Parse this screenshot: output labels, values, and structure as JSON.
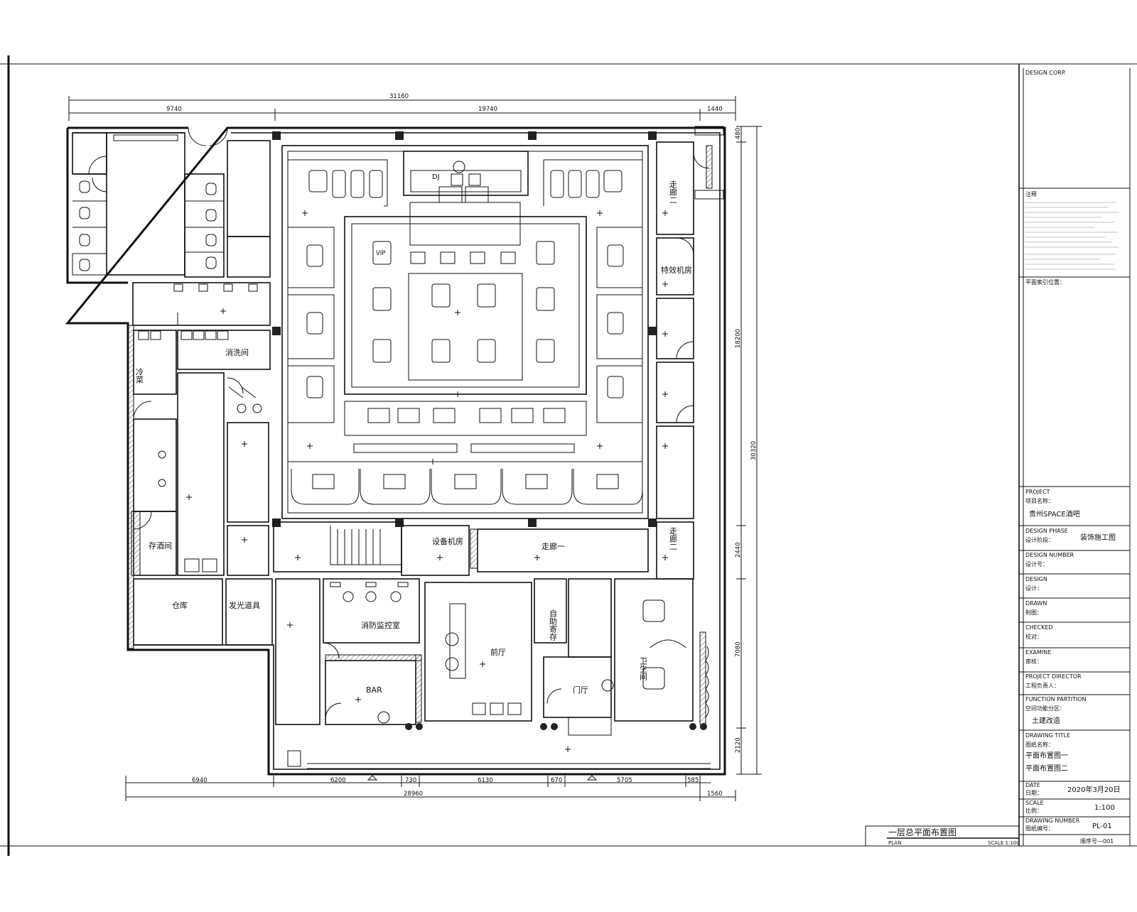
{
  "plan": {
    "title": "一层总平面布置图",
    "subtitle": "PLAN",
    "scale_note": "SCALE 1:100"
  },
  "title_block": {
    "design_corp_label": "DESIGN CORP.",
    "notes_label": "注释",
    "key_plan_label": "平面索引位置：",
    "project_label_en": "PROJECT",
    "project_label_cn": "项目名称：",
    "project_value": "贵州SPACE酒吧",
    "phase_label_en": "DESIGN PHASE",
    "phase_label_cn": "设计阶段：",
    "phase_value": "装饰施工图",
    "number_label_en": "DESIGN NUMBER",
    "number_label_cn": "设计号：",
    "design_label_en": "DESIGN",
    "design_label_cn": "设计：",
    "drawn_label_en": "DRAWN",
    "drawn_label_cn": "制图：",
    "checked_label_en": "CHECKED",
    "checked_label_cn": "校对：",
    "examine_label_en": "EXAMINE",
    "examine_label_cn": "审核：",
    "director_label_en": "PROJECT DIRECTOR",
    "director_label_cn": "工程负责人：",
    "function_label_en": "FUNCTION PARTITION",
    "function_label_cn": "空间功能分区：",
    "function_value": "土建改造",
    "drawing_title_label_en": "DRAWING TITLE",
    "drawing_title_label_cn": "图纸名称：",
    "drawing_title_1": "平面布置图一",
    "drawing_title_2": "平面布置图二",
    "date_label_en": "DATE",
    "date_label_cn": "日期：",
    "date_value": "2020年3月20日",
    "scale_label_en": "SCALE",
    "scale_label_cn": "比例：",
    "scale_value": "1:100",
    "drawing_number_label_en": "DRAWING NUMBER",
    "drawing_number_label_cn": "图纸编号：",
    "drawing_number_value": "PL-01",
    "sequence_value": "顺序号—001"
  },
  "dimensions": {
    "top_total": "31160",
    "top_left": "9740",
    "top_mid": "19740",
    "top_right": "1440",
    "bottom_total": "28960",
    "bottom_1": "6940",
    "bottom_2": "6200",
    "bottom_3": "730",
    "bottom_4": "6130",
    "bottom_5": "670",
    "bottom_6": "5705",
    "bottom_7": "585",
    "bottom_8": "1560",
    "right_total": "30320",
    "right_1": "480",
    "right_2": "18200",
    "right_3": "2440",
    "right_4": "7080",
    "right_5": "2120"
  },
  "rooms": {
    "dj": "DJ",
    "corridor_2_top": "走廊二",
    "effects_room": "特效机房",
    "corridor_1": "走廊一",
    "corridor_2_bottom": "走廊二",
    "disinfection": "消洗间",
    "cold_dish": "冷菜",
    "wine_storage": "存酒间",
    "warehouse": "仓库",
    "glow_props": "发光道具",
    "equipment_room": "设备机房",
    "fire_control": "消防监控室",
    "front_desk": "前厅",
    "bar": "BAR",
    "self_storage": "自助寄存",
    "lobby": "门厅",
    "toilet": "卫生间",
    "vip": "VIP"
  }
}
